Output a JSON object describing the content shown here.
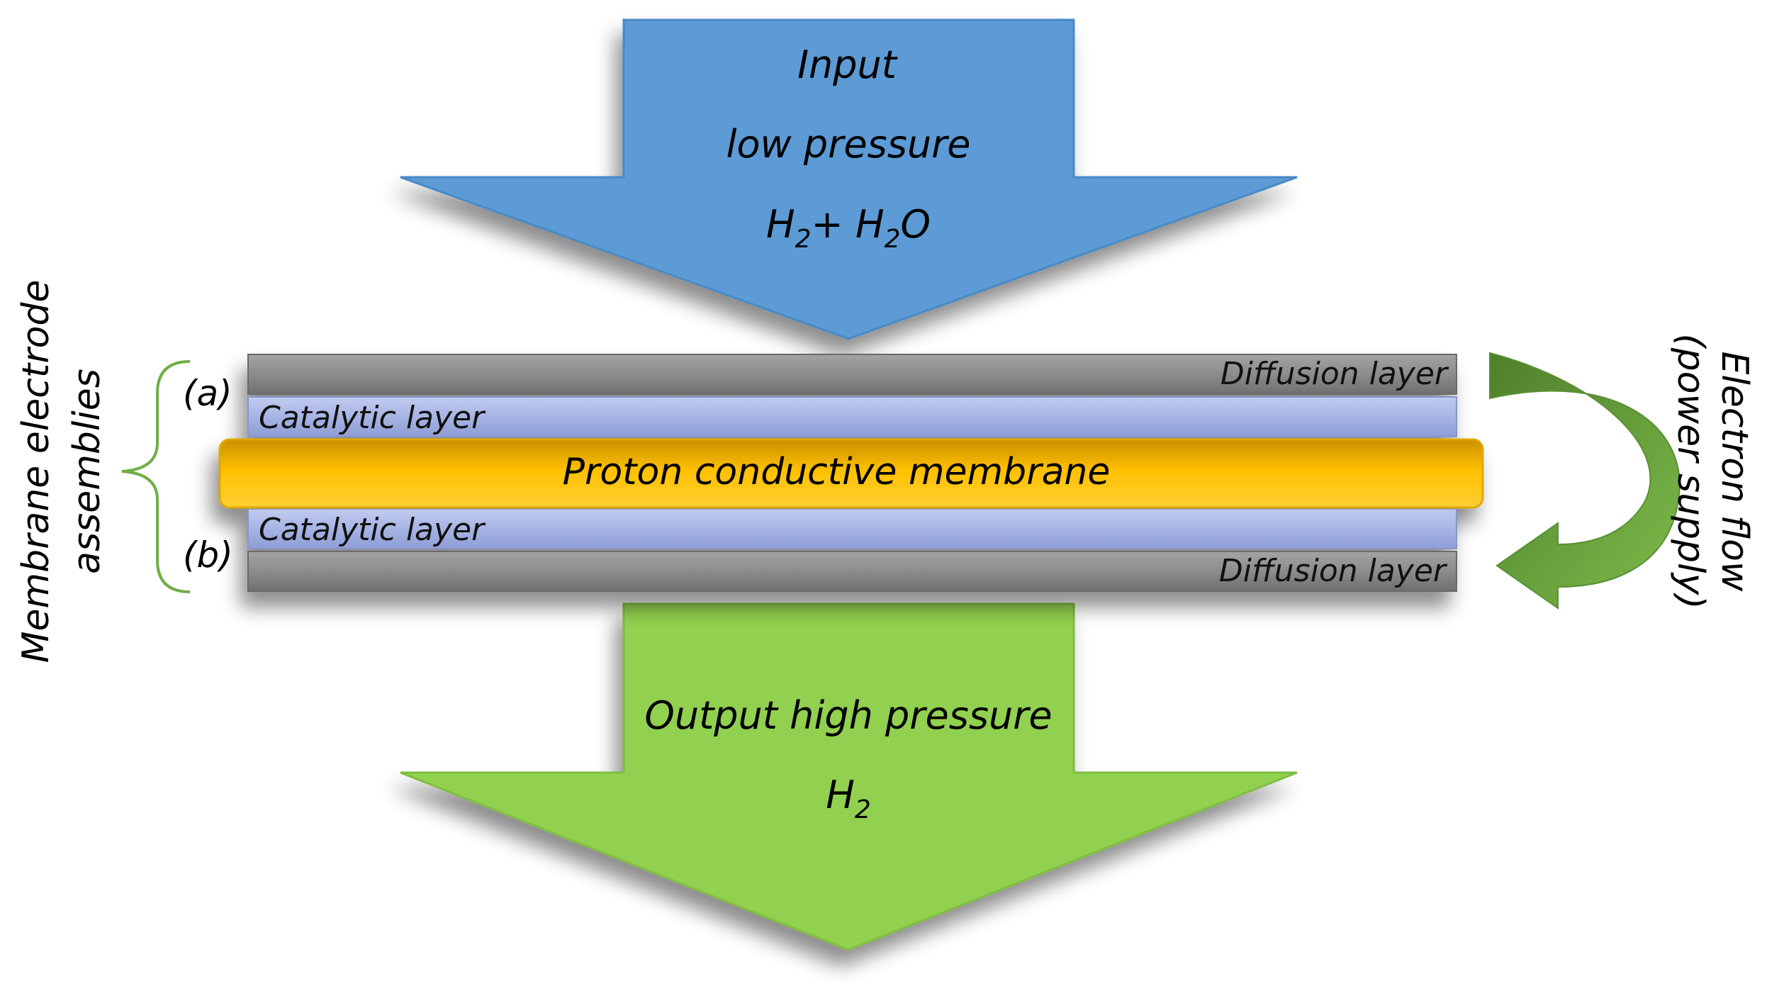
{
  "input_arrow": {
    "line1": "Input",
    "line2": "low pressure",
    "h_symbol": "H",
    "h_sub": "2",
    "plus": "+ H",
    "water_sub": "2",
    "water_o": "O",
    "color": "#5b9bd5"
  },
  "output_arrow": {
    "line1": "Output high pressure",
    "h_symbol": "H",
    "h_sub": "2",
    "color": "#92d050"
  },
  "layers": {
    "diffusion_top": "Diffusion layer",
    "catalytic_top": "Catalytic layer",
    "membrane": "Proton conductive membrane",
    "catalytic_bottom": "Catalytic layer",
    "diffusion_bottom": "Diffusion layer",
    "diffusion_color": "#8c8c8c",
    "catalytic_color": "#a6b4e4",
    "membrane_color": "#ffc000"
  },
  "labels": {
    "marker_a": "(a)",
    "marker_b": "(b)",
    "mea_line1": "Membrane electrode",
    "mea_line2": "assemblies",
    "electron_line1": "Electron flow",
    "electron_line2": "(power supply)",
    "brace_color": "#70ad47",
    "electron_arrow_color": "#6aa343"
  }
}
